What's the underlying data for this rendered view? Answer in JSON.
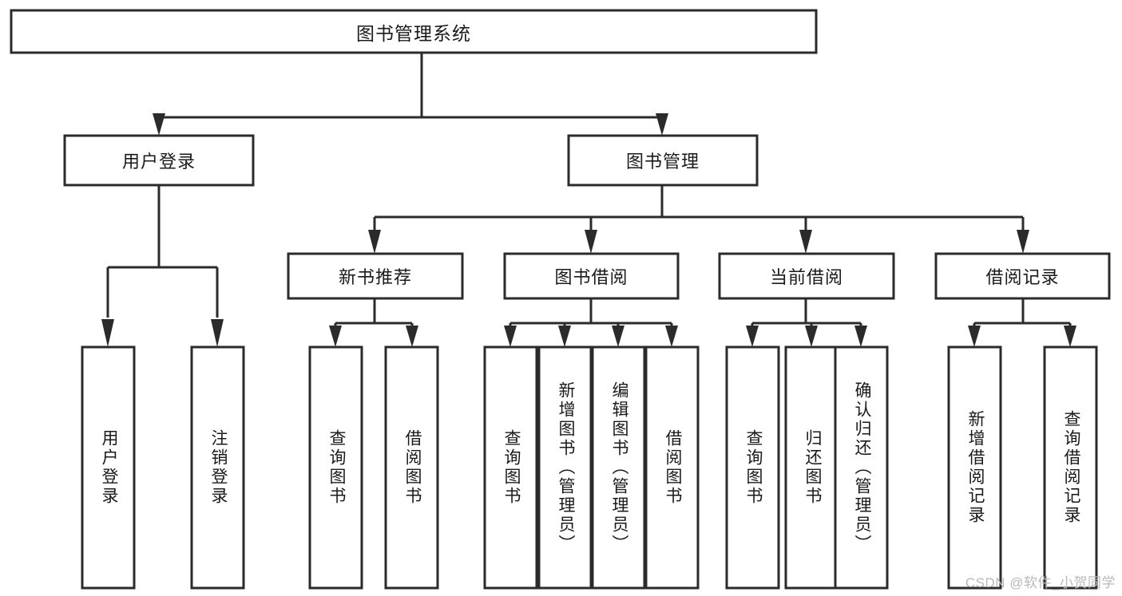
{
  "diagram": {
    "title": "图书管理系统",
    "type": "hierarchy-tree",
    "colors": {
      "box_stroke": "#2b2b2b",
      "box_fill": "#ffffff",
      "text": "#1a1a1a",
      "background": "#ffffff",
      "watermark": "#b9b9b9"
    },
    "root": {
      "label": "图书管理系统"
    },
    "level2": [
      {
        "label": "用户登录"
      },
      {
        "label": "图书管理"
      }
    ],
    "level3": [
      {
        "label": "新书推荐"
      },
      {
        "label": "图书借阅"
      },
      {
        "label": "当前借阅"
      },
      {
        "label": "借阅记录"
      }
    ],
    "leaves": {
      "user_login": [
        {
          "label": "用户登录"
        },
        {
          "label": "注销登录"
        }
      ],
      "new_book_recommend": [
        {
          "label": "查询图书"
        },
        {
          "label": "借阅图书"
        }
      ],
      "book_borrow": [
        {
          "label": "查询图书"
        },
        {
          "label": "新增图书（管理员）"
        },
        {
          "label": "编辑图书（管理员）"
        },
        {
          "label": "借阅图书"
        }
      ],
      "current_borrow": [
        {
          "label": "查询图书"
        },
        {
          "label": "归还图书"
        },
        {
          "label": "确认归还（管理员）"
        }
      ],
      "borrow_record": [
        {
          "label": "新增借阅记录"
        },
        {
          "label": "查询借阅记录"
        }
      ]
    }
  },
  "watermark": {
    "text": "CSDN @软件_小贺同学"
  }
}
